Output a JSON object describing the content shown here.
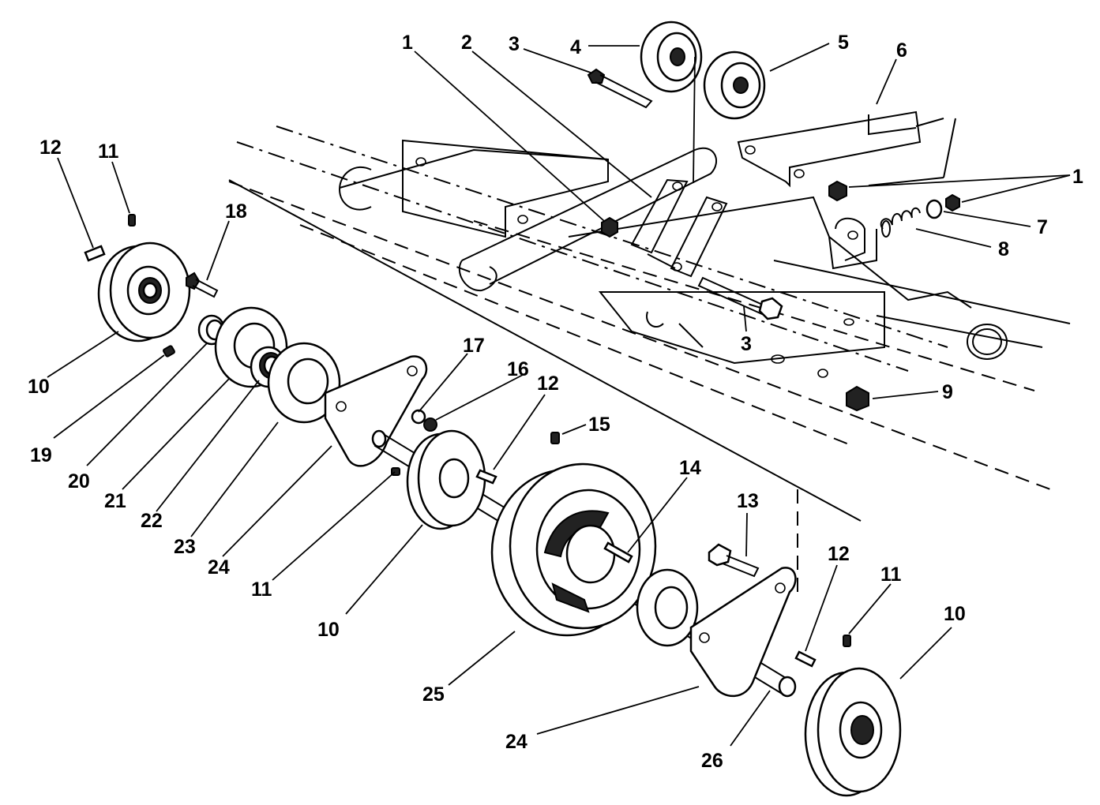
{
  "callouts": {
    "c1a": "1",
    "c2": "2",
    "c3a": "3",
    "c4": "4",
    "c5": "5",
    "c6": "6",
    "c1b": "1",
    "c7": "7",
    "c8": "8",
    "c3b": "3",
    "c9": "9",
    "c12a": "12",
    "c11a": "11",
    "c18": "18",
    "c10a": "10",
    "c19": "19",
    "c20": "20",
    "c21": "21",
    "c22": "22",
    "c23": "23",
    "c24a": "24",
    "c17": "17",
    "c16": "16",
    "c12b": "12",
    "c15": "15",
    "c14": "14",
    "c11b": "11",
    "c10b": "10",
    "c13": "13",
    "c12c": "12",
    "c11c": "11",
    "c10c": "10",
    "c25": "25",
    "c24b": "24",
    "c26": "26"
  }
}
